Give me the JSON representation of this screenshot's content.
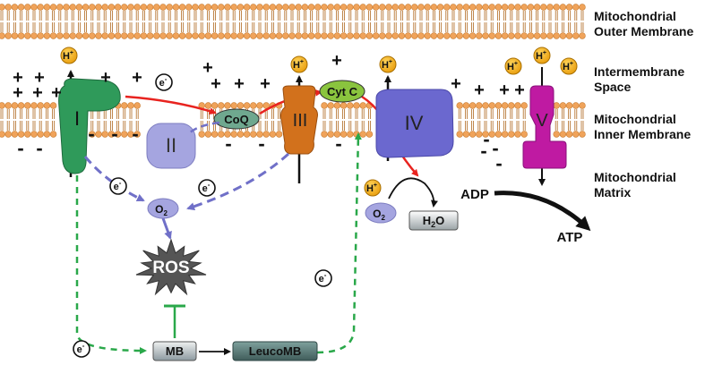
{
  "labels": {
    "outer_membrane": "Mitochondrial\nOuter Membrane",
    "intermembrane_space": "Intermembrane\nSpace",
    "inner_membrane": "Mitochondrial\nInner Membrane",
    "matrix": "Mitochondrial\nMatrix"
  },
  "complexes": {
    "c1": "I",
    "c2": "II",
    "c3": "III",
    "c4": "IV",
    "c5": "V"
  },
  "carriers": {
    "coq": "CoQ",
    "cytc": "Cyt C"
  },
  "species": {
    "proton": "H",
    "proton_charge": "+",
    "electron": "e",
    "electron_charge": "-",
    "oxygen": "O",
    "oxygen_sub": "2",
    "water_h": "H",
    "water_sub": "2",
    "water_o": "O",
    "ros": "ROS",
    "mb": "MB",
    "leucomb": "LeucoMB",
    "adp": "ADP",
    "atp": "ATP"
  },
  "charges": {
    "plus": "+",
    "minus": "-"
  },
  "colors": {
    "complex_1": "#2f9a5a",
    "complex_2": "#a5a5e0",
    "complex_3": "#d2711c",
    "complex_4": "#6b68cf",
    "complex_5": "#bf1aa2",
    "coq": "#6fa88f",
    "cytc": "#8ac43e",
    "proton": "#f5b21a",
    "electron_path": "#e8231f",
    "ros_path": "#7070c8",
    "mb_path": "#2aa84a",
    "membrane_head": "#f0a35a",
    "ros": "#555555",
    "leucomb": "#5a7b78"
  }
}
